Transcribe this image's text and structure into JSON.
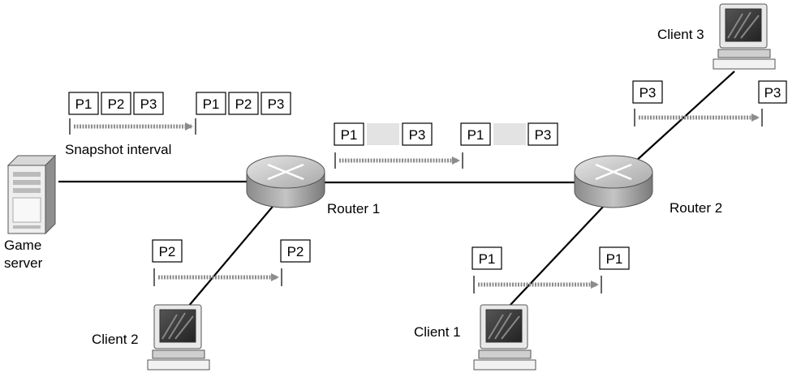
{
  "nodes": {
    "game_server": {
      "label_line1": "Game",
      "label_line2": "server"
    },
    "router1": {
      "label": "Router 1"
    },
    "router2": {
      "label": "Router 2"
    },
    "client1": {
      "label": "Client 1"
    },
    "client2": {
      "label": "Client 2"
    },
    "client3": {
      "label": "Client 3"
    }
  },
  "snapshot_label": "Snapshot interval",
  "packets": {
    "server_start": [
      "P1",
      "P2",
      "P3"
    ],
    "server_end": [
      "P1",
      "P2",
      "P3"
    ],
    "link_start": [
      "P1",
      "P3"
    ],
    "link_end": [
      "P1",
      "P3"
    ],
    "client2_start": "P2",
    "client2_end": "P2",
    "client1_start": "P1",
    "client1_end": "P1",
    "client3_start": "P3",
    "client3_end": "P3"
  },
  "colors": {
    "line": "#000000",
    "arrow": "#8c8c8c",
    "gap_fill": "#e3e3e3",
    "router_top": "#cfcfcf",
    "router_side": "#9a9a9a"
  }
}
